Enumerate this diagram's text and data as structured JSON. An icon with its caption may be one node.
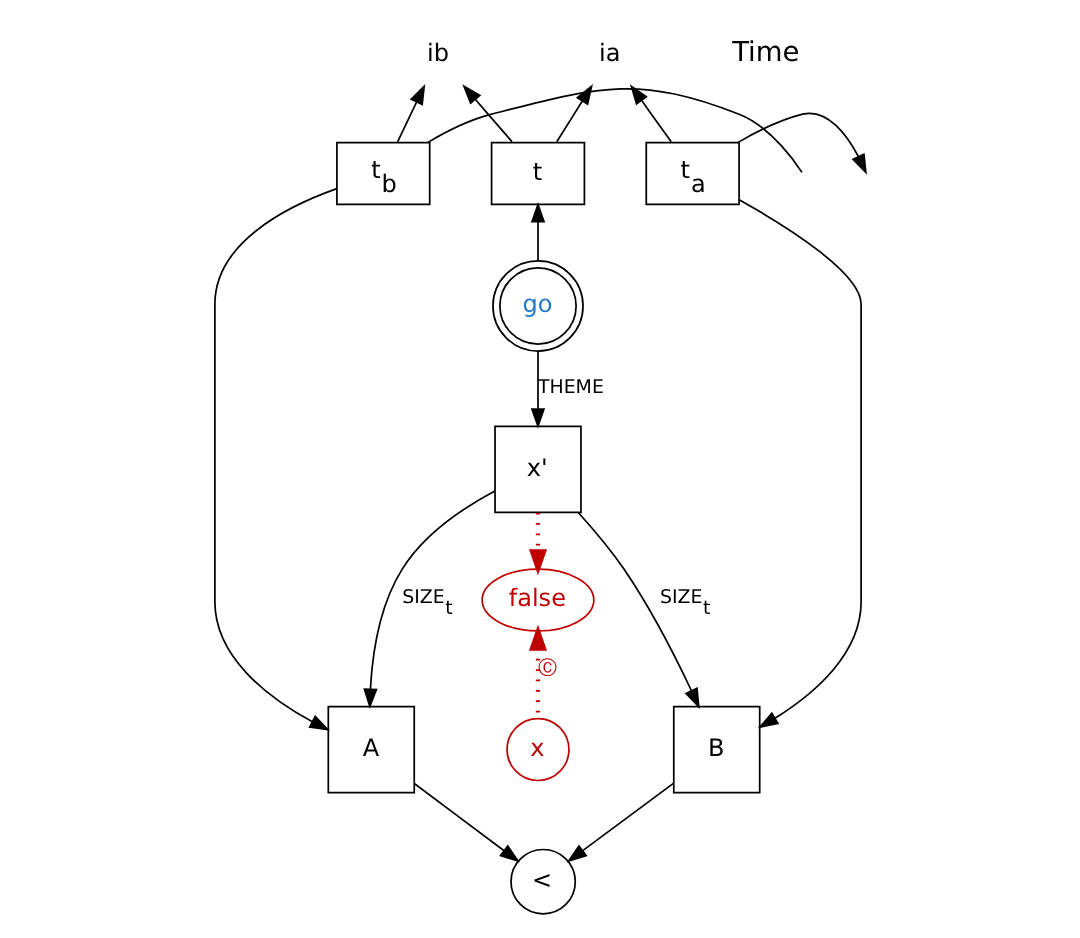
{
  "diagram": {
    "nodes": [
      {
        "text": [
          "t$_{b}$"
        ]
      },
      {
        "text": [
          "t"
        ]
      },
      {
        "text": [
          "t$_{a}$"
        ]
      },
      {
        "text": [
          "ib"
        ]
      },
      {
        "text": [
          "ia"
        ]
      },
      {
        "text": [
          "go"
        ]
      },
      {
        "text": [
          "x'"
        ]
      },
      {
        "text": [
          "A"
        ]
      },
      {
        "text": [
          "B"
        ]
      },
      {
        "text": [
          "<"
        ]
      },
      {
        "text": [
          "false"
        ]
      },
      {
        "text": [
          "x"
        ]
      }
    ],
    "edges": [
      {
        "from": null,
        "to": 0,
        "arrow": "none"
      },
      {
        "from": 2,
        "to": null,
        "arrow": "to"
      },
      {
        "from": 1,
        "to": 3,
        "arrow": "to"
      },
      {
        "from": 1,
        "to": 4,
        "arrow": "to"
      },
      {
        "from": 0,
        "to": 3,
        "arrow": "to"
      },
      {
        "from": 2,
        "to": 4,
        "arrow": "to"
      },
      {
        "from": 5,
        "to": 1,
        "arrow": "to"
      },
      {
        "from": 5,
        "to": 6,
        "arrow": "to",
        "label": "THEME"
      },
      {
        "from": 0,
        "to": 7,
        "arrow": "to"
      },
      {
        "from": 2,
        "to": 8,
        "arrow": "to"
      },
      {
        "from": 6,
        "to": 7,
        "arrow": "to",
        "label": "SIZE$_{t}$"
      },
      {
        "from": 6,
        "to": 8,
        "arrow": "to",
        "label": "SIZE$_{t}$"
      },
      {
        "from": 7,
        "to": 9,
        "arrow": "to"
      },
      {
        "from": 8,
        "to": 9,
        "arrow": "to"
      },
      {
        "from": 6,
        "to": 10,
        "arrow": "to",
        "style": "dashed",
        "color": "#c00000"
      },
      {
        "from": 11,
        "to": 10,
        "arrow": "to",
        "style": "dashed",
        "color": "#c00000",
        "label": "Ⓒ"
      }
    ],
    "labels": [
      "Time"
    ]
  }
}
